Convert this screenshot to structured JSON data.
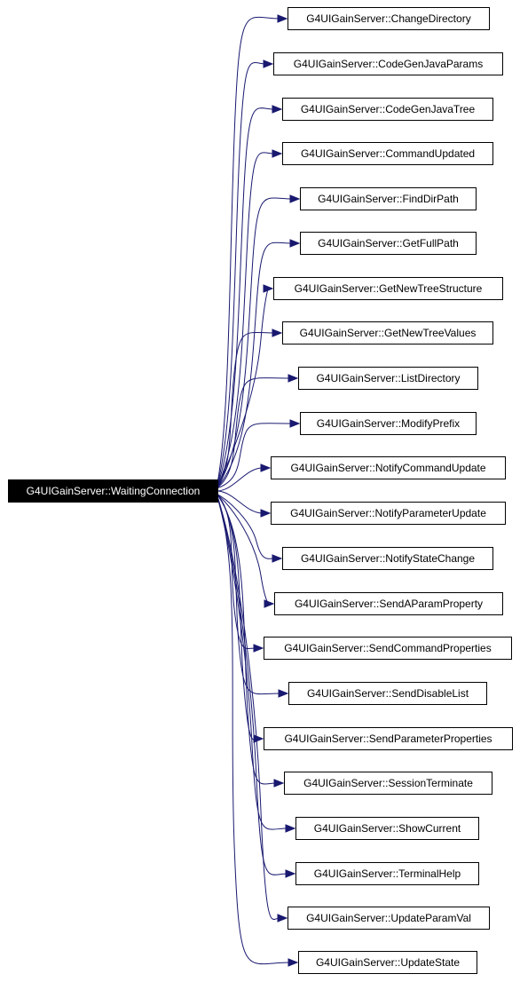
{
  "graph": {
    "root": {
      "label": "G4UIGainServer::WaitingConnection"
    },
    "callees": [
      {
        "label": "G4UIGainServer::ChangeDirectory"
      },
      {
        "label": "G4UIGainServer::CodeGenJavaParams"
      },
      {
        "label": "G4UIGainServer::CodeGenJavaTree"
      },
      {
        "label": "G4UIGainServer::CommandUpdated"
      },
      {
        "label": "G4UIGainServer::FindDirPath"
      },
      {
        "label": "G4UIGainServer::GetFullPath"
      },
      {
        "label": "G4UIGainServer::GetNewTreeStructure"
      },
      {
        "label": "G4UIGainServer::GetNewTreeValues"
      },
      {
        "label": "G4UIGainServer::ListDirectory"
      },
      {
        "label": "G4UIGainServer::ModifyPrefix"
      },
      {
        "label": "G4UIGainServer::NotifyCommandUpdate"
      },
      {
        "label": "G4UIGainServer::NotifyParameterUpdate"
      },
      {
        "label": "G4UIGainServer::NotifyStateChange"
      },
      {
        "label": "G4UIGainServer::SendAParamProperty"
      },
      {
        "label": "G4UIGainServer::SendCommandProperties"
      },
      {
        "label": "G4UIGainServer::SendDisableList"
      },
      {
        "label": "G4UIGainServer::SendParameterProperties"
      },
      {
        "label": "G4UIGainServer::SessionTerminate"
      },
      {
        "label": "G4UIGainServer::ShowCurrent"
      },
      {
        "label": "G4UIGainServer::TerminalHelp"
      },
      {
        "label": "G4UIGainServer::UpdateParamVal"
      },
      {
        "label": "G4UIGainServer::UpdateState"
      }
    ],
    "edge_color": "#191970"
  }
}
